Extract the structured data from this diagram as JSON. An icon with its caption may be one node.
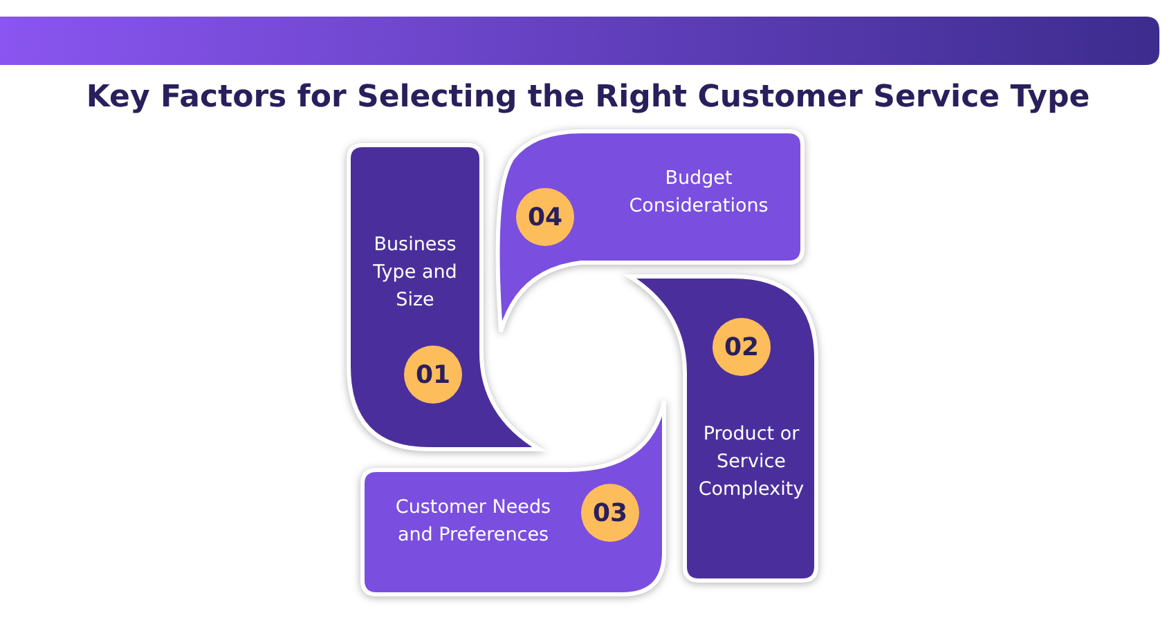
{
  "diagram": {
    "title": "Key Factors for Selecting the Right Customer Service Type",
    "nodes": [
      {
        "text": [
          "Business Type and Size"
        ]
      },
      {
        "text": [
          "01"
        ],
        "in": 0
      },
      {
        "text": [
          "Budget Considerations"
        ]
      },
      {
        "text": [
          "04"
        ],
        "in": 2
      },
      {
        "text": [
          "Product or Service Complexity"
        ]
      },
      {
        "text": [
          "02"
        ],
        "in": 4
      },
      {
        "text": [
          "Customer Needs and Preferences"
        ]
      },
      {
        "text": [
          "03"
        ],
        "in": 6
      }
    ]
  }
}
